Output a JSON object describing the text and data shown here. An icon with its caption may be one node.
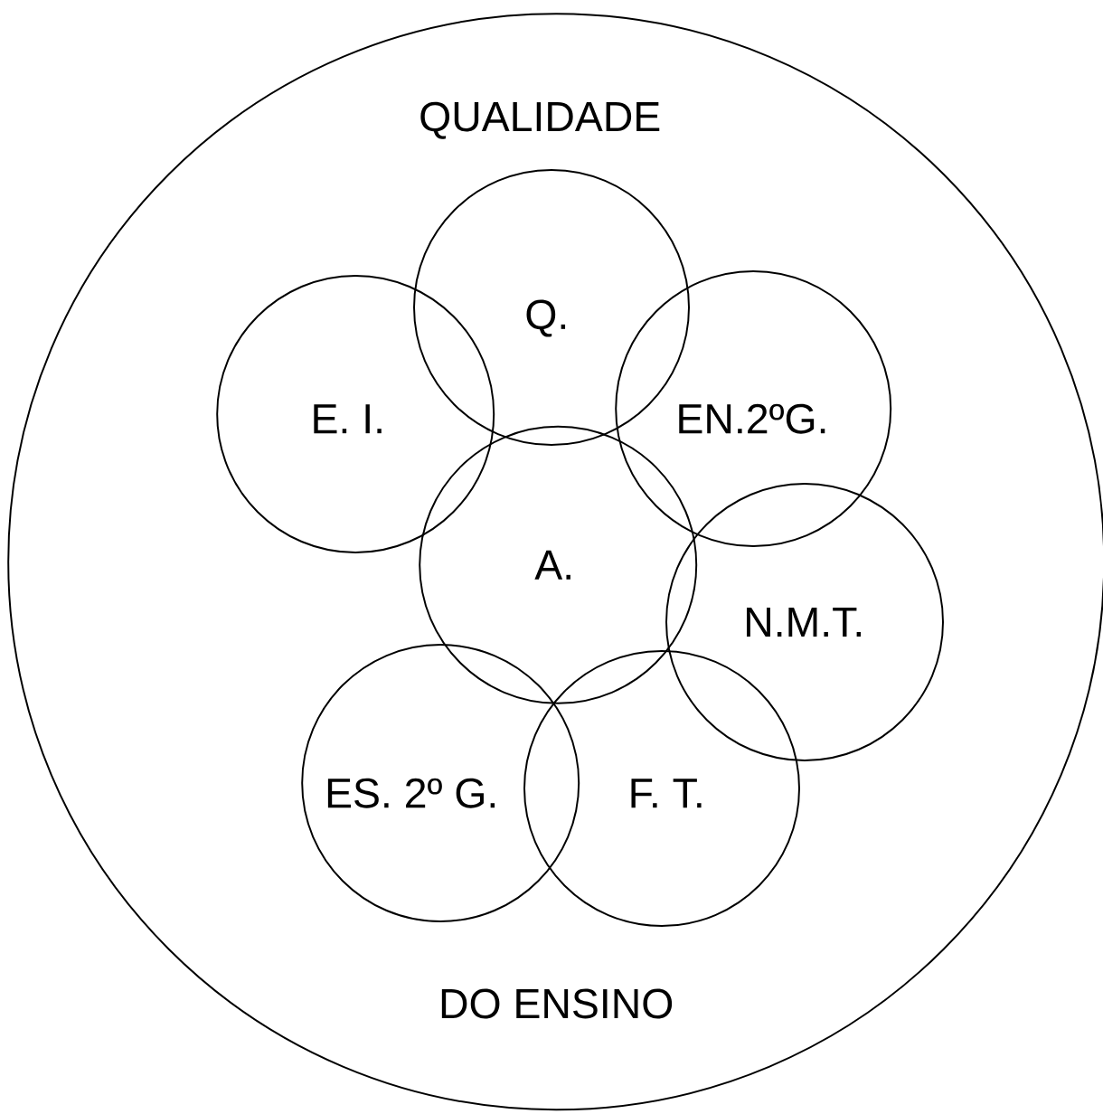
{
  "diagram": {
    "nodes": [
      {
        "text": [
          "QUALIDADE",
          "DO ENSINO"
        ]
      },
      {
        "text": [
          "Q."
        ],
        "in": 0
      },
      {
        "text": [
          "E. I."
        ],
        "in": 0
      },
      {
        "text": [
          "EN.2ºG."
        ],
        "in": 0
      },
      {
        "text": [
          "A."
        ],
        "in": 0
      },
      {
        "text": [
          "N.M.T."
        ],
        "in": 0
      },
      {
        "text": [
          "ES. 2º G."
        ],
        "in": 0
      },
      {
        "text": [
          "F. T."
        ],
        "in": 0
      }
    ]
  }
}
